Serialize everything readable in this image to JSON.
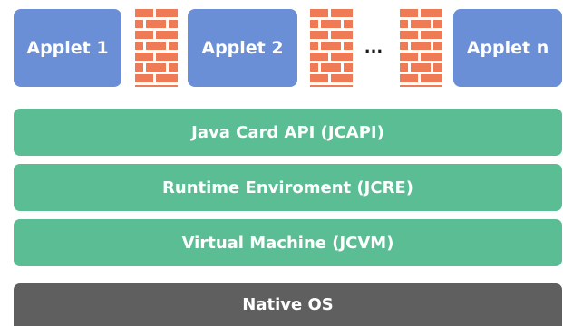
{
  "applets": [
    {
      "label": "Applet 1"
    },
    {
      "label": "Applet 2"
    },
    {
      "label": "Applet n"
    }
  ],
  "ellipsis": "...",
  "layers": [
    {
      "label": "Java Card API (JCAPI)"
    },
    {
      "label": "Runtime Enviroment (JCRE)"
    },
    {
      "label": "Virtual Machine (JCVM)"
    },
    {
      "label": "Native OS"
    }
  ],
  "colors": {
    "applet": "#6b8fd6",
    "layer": "#5bbd94",
    "native_os": "#5f5f5f",
    "brick": "#ee7a56",
    "mortar": "#ffffff"
  },
  "icons": {
    "firewall": "brick-wall-icon"
  }
}
